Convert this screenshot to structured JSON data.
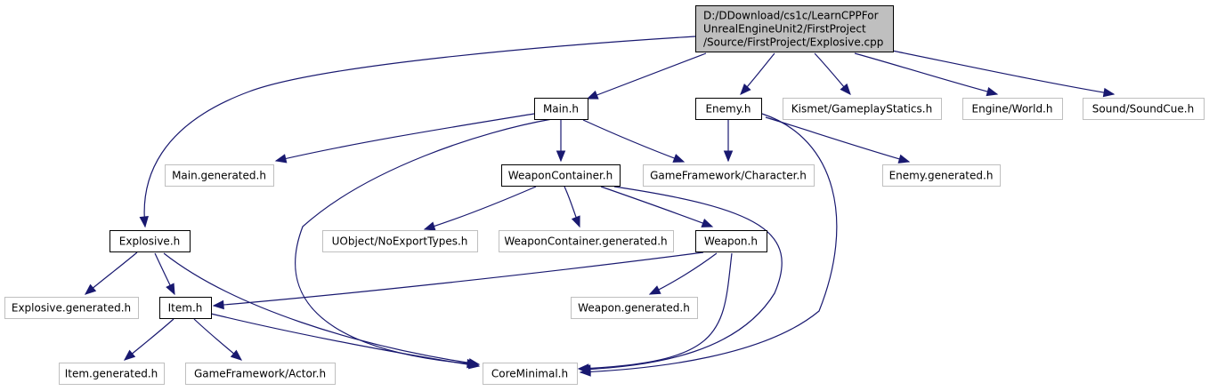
{
  "colors": {
    "edge": "#191970",
    "root_fill": "#bfbfbf",
    "documented_border": "#000000",
    "external_border": "#bfbfbf",
    "node_fill": "#ffffff"
  },
  "nodes": {
    "root": {
      "lines": [
        "D:/DDownload/cs1c/LearnCPPFor",
        "UnrealEngineUnit2/FirstProject",
        "/Source/FirstProject/Explosive.cpp"
      ],
      "kind": "root"
    },
    "main_h": {
      "lines": [
        "Main.h"
      ],
      "kind": "documented"
    },
    "enemy_h": {
      "lines": [
        "Enemy.h"
      ],
      "kind": "documented"
    },
    "gameplay_statics_h": {
      "lines": [
        "Kismet/GameplayStatics.h"
      ],
      "kind": "external"
    },
    "world_h": {
      "lines": [
        "Engine/World.h"
      ],
      "kind": "external"
    },
    "soundcue_h": {
      "lines": [
        "Sound/SoundCue.h"
      ],
      "kind": "external"
    },
    "main_generated_h": {
      "lines": [
        "Main.generated.h"
      ],
      "kind": "external"
    },
    "weapon_container_h": {
      "lines": [
        "WeaponContainer.h"
      ],
      "kind": "documented"
    },
    "character_h": {
      "lines": [
        "GameFramework/Character.h"
      ],
      "kind": "external"
    },
    "enemy_generated_h": {
      "lines": [
        "Enemy.generated.h"
      ],
      "kind": "external"
    },
    "explosive_h": {
      "lines": [
        "Explosive.h"
      ],
      "kind": "documented"
    },
    "noexport_types_h": {
      "lines": [
        "UObject/NoExportTypes.h"
      ],
      "kind": "external"
    },
    "weapon_container_generated_h": {
      "lines": [
        "WeaponContainer.generated.h"
      ],
      "kind": "external"
    },
    "weapon_h": {
      "lines": [
        "Weapon.h"
      ],
      "kind": "documented"
    },
    "explosive_generated_h": {
      "lines": [
        "Explosive.generated.h"
      ],
      "kind": "external"
    },
    "item_h": {
      "lines": [
        "Item.h"
      ],
      "kind": "documented"
    },
    "weapon_generated_h": {
      "lines": [
        "Weapon.generated.h"
      ],
      "kind": "external"
    },
    "item_generated_h": {
      "lines": [
        "Item.generated.h"
      ],
      "kind": "external"
    },
    "actor_h": {
      "lines": [
        "GameFramework/Actor.h"
      ],
      "kind": "external"
    },
    "core_minimal_h": {
      "lines": [
        "CoreMinimal.h"
      ],
      "kind": "external"
    }
  },
  "edges": [
    [
      "root",
      "main_h"
    ],
    [
      "root",
      "enemy_h"
    ],
    [
      "root",
      "gameplay_statics_h"
    ],
    [
      "root",
      "world_h"
    ],
    [
      "root",
      "soundcue_h"
    ],
    [
      "root",
      "explosive_h"
    ],
    [
      "main_h",
      "main_generated_h"
    ],
    [
      "main_h",
      "weapon_container_h"
    ],
    [
      "main_h",
      "character_h"
    ],
    [
      "main_h",
      "core_minimal_h"
    ],
    [
      "enemy_h",
      "character_h"
    ],
    [
      "enemy_h",
      "enemy_generated_h"
    ],
    [
      "enemy_h",
      "core_minimal_h"
    ],
    [
      "weapon_container_h",
      "noexport_types_h"
    ],
    [
      "weapon_container_h",
      "weapon_container_generated_h"
    ],
    [
      "weapon_container_h",
      "weapon_h"
    ],
    [
      "weapon_container_h",
      "core_minimal_h"
    ],
    [
      "weapon_h",
      "item_h"
    ],
    [
      "weapon_h",
      "weapon_generated_h"
    ],
    [
      "weapon_h",
      "core_minimal_h"
    ],
    [
      "explosive_h",
      "explosive_generated_h"
    ],
    [
      "explosive_h",
      "item_h"
    ],
    [
      "explosive_h",
      "core_minimal_h"
    ],
    [
      "item_h",
      "item_generated_h"
    ],
    [
      "item_h",
      "actor_h"
    ],
    [
      "item_h",
      "core_minimal_h"
    ]
  ]
}
